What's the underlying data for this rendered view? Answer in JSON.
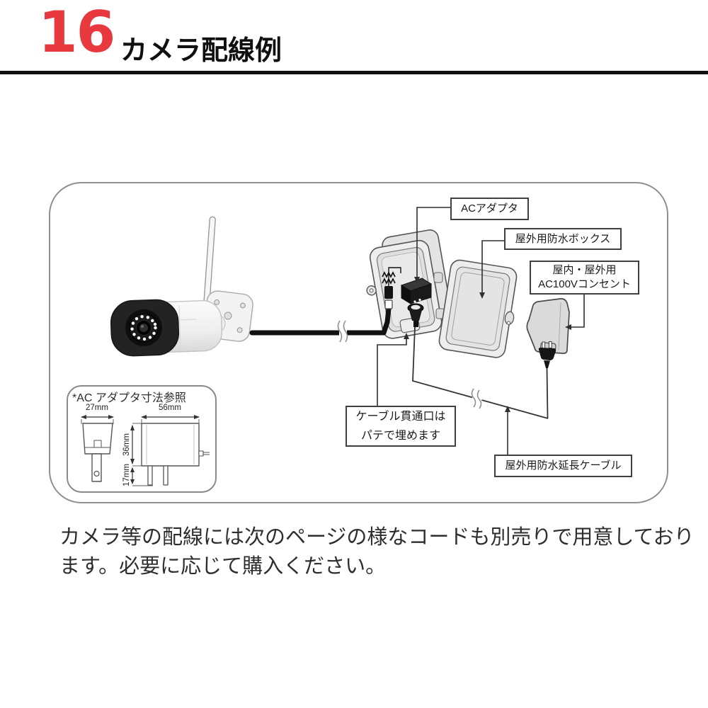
{
  "page": {
    "number": "16",
    "title": "カメラ配線例"
  },
  "diagram": {
    "callouts": {
      "ac_adapter": "ACアダプタ",
      "waterproof_box": "屋外用防水ボックス",
      "outlet_line1": "屋内・屋外用",
      "outlet_line2": "AC100Vコンセント",
      "cable_hole_line1": "ケーブル貫通口は",
      "cable_hole_line2": "パテで埋めます",
      "extension_cable": "屋外用防水延長ケーブル"
    },
    "inset": {
      "title": "*AC アダプタ寸法参照",
      "front_width": "27mm",
      "side_width": "56mm",
      "body_height": "36mm",
      "prong_height": "17mm"
    }
  },
  "footer": {
    "line1": "カメラ等の配線には次のページの様なコードも別売りで用意しており",
    "line2": "ます。必要に応じて購入ください。"
  },
  "colors": {
    "accent_red": "#e8393e"
  }
}
